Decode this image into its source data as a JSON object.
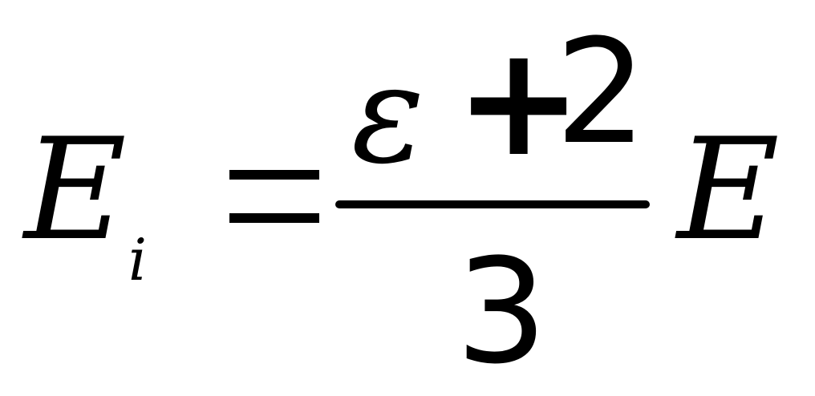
{
  "equation": {
    "lhs": {
      "variable": "E",
      "subscript": "i"
    },
    "relation": "=",
    "fraction": {
      "numerator": {
        "symbol": "ε",
        "operator": "+",
        "constant": "2"
      },
      "denominator": "3"
    },
    "rhs": {
      "variable": "E"
    }
  }
}
